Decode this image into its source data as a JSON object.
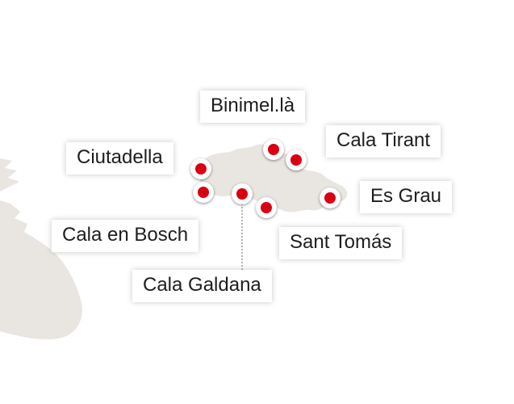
{
  "locations": [
    {
      "label": "Binimel.là"
    },
    {
      "label": "Cala Tirant"
    },
    {
      "label": "Ciutadella"
    },
    {
      "label": "Es Grau"
    },
    {
      "label": "Cala en Bosch"
    },
    {
      "label": "Sant Tomás"
    },
    {
      "label": "Cala Galdana"
    }
  ],
  "colors": {
    "marker_red": "#d90012",
    "island_fill": "#e9e5e1",
    "label_bg": "#ffffff",
    "label_text": "#1d1d1b"
  }
}
